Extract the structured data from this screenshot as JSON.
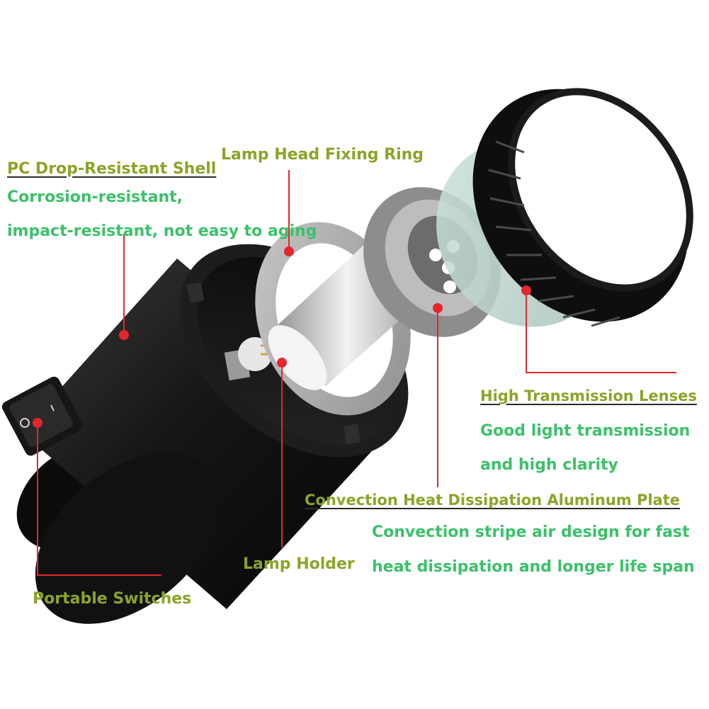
{
  "colors": {
    "title": "#8aa528",
    "description": "#3cc16a",
    "leader": "#e4262d",
    "body": "#141414"
  },
  "callouts": {
    "shell": {
      "title": "PC Drop-Resistant Shell",
      "desc_1": "Corrosion-resistant,",
      "desc_2": "impact-resistant, not easy to aging"
    },
    "fixing_ring": {
      "title": "Lamp Head Fixing Ring"
    },
    "lenses": {
      "title": "High Transmission Lenses",
      "desc_1": "Good light transmission",
      "desc_2": "and high clarity"
    },
    "aluminum_plate": {
      "title": "Convection Heat Dissipation Aluminum Plate",
      "desc_1": "Convection stripe air design for fast",
      "desc_2": "heat dissipation and longer life span"
    },
    "lamp_holder": {
      "title": "Lamp Holder"
    },
    "switch": {
      "title": "Portable Switches"
    }
  }
}
